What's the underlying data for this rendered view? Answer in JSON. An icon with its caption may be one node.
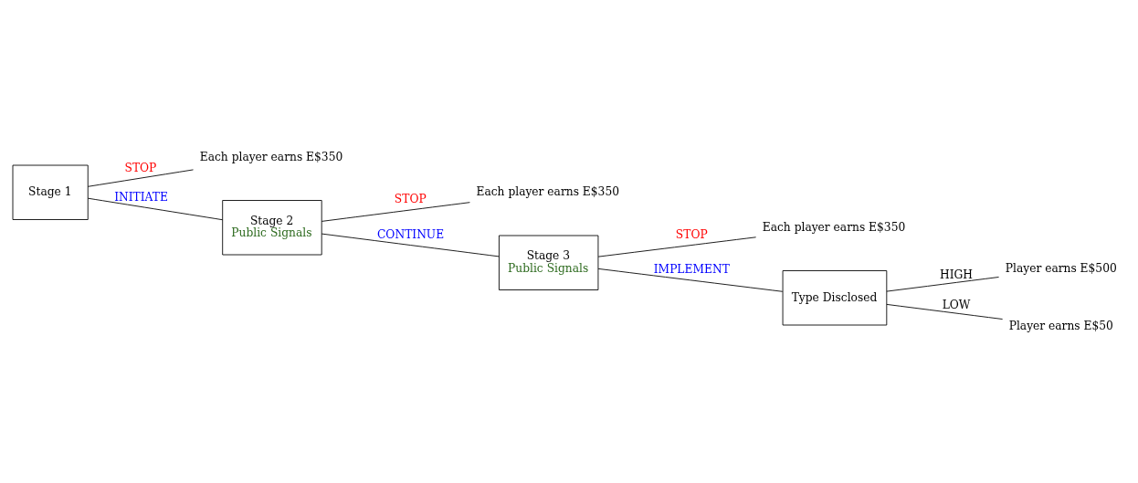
{
  "diagram": {
    "nodes": [
      {
        "text": [
          "Stage 1"
        ]
      },
      {
        "text": [
          "Each player earns E$350"
        ]
      },
      {
        "text": [
          "Stage 2",
          "Public Signals"
        ]
      },
      {
        "text": [
          "Each player earns E$350"
        ]
      },
      {
        "text": [
          "Stage 3",
          "Public Signals"
        ]
      },
      {
        "text": [
          "Each player earns E$350"
        ]
      },
      {
        "text": [
          "Type Disclosed"
        ]
      },
      {
        "text": [
          "Player earns E$500"
        ]
      },
      {
        "text": [
          "Player earns E$50"
        ]
      }
    ],
    "edges": [
      {
        "from": 0,
        "to": 1,
        "arrow": "none",
        "label": "STOP"
      },
      {
        "from": 0,
        "to": 2,
        "arrow": "none",
        "label": "INITIATE"
      },
      {
        "from": 2,
        "to": 3,
        "arrow": "none",
        "label": "STOP"
      },
      {
        "from": 2,
        "to": 4,
        "arrow": "none",
        "label": "CONTINUE"
      },
      {
        "from": 4,
        "to": 5,
        "arrow": "none",
        "label": "STOP"
      },
      {
        "from": 4,
        "to": 6,
        "arrow": "none",
        "label": "IMPLEMENT"
      },
      {
        "from": 6,
        "to": 7,
        "arrow": "none",
        "label": "HIGH"
      },
      {
        "from": 6,
        "to": 8,
        "arrow": "none",
        "label": "LOW"
      }
    ]
  }
}
